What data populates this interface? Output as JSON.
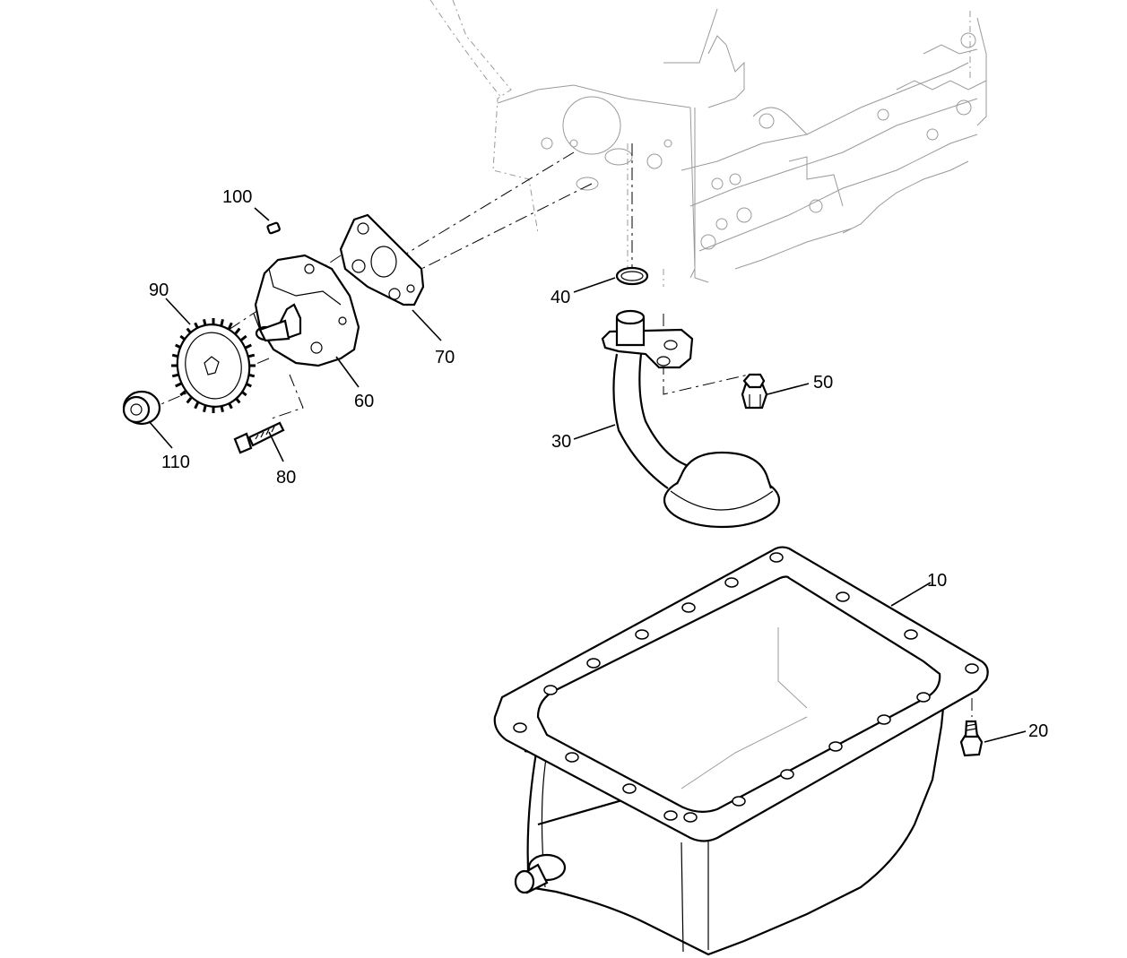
{
  "callouts": {
    "c10": "10",
    "c20": "20",
    "c30": "30",
    "c40": "40",
    "c50": "50",
    "c60": "60",
    "c70": "70",
    "c80": "80",
    "c90": "90",
    "c100": "100",
    "c110": "110"
  },
  "colors": {
    "line": "#000000",
    "ghost": "#9a9a9a",
    "background": "#ffffff"
  }
}
